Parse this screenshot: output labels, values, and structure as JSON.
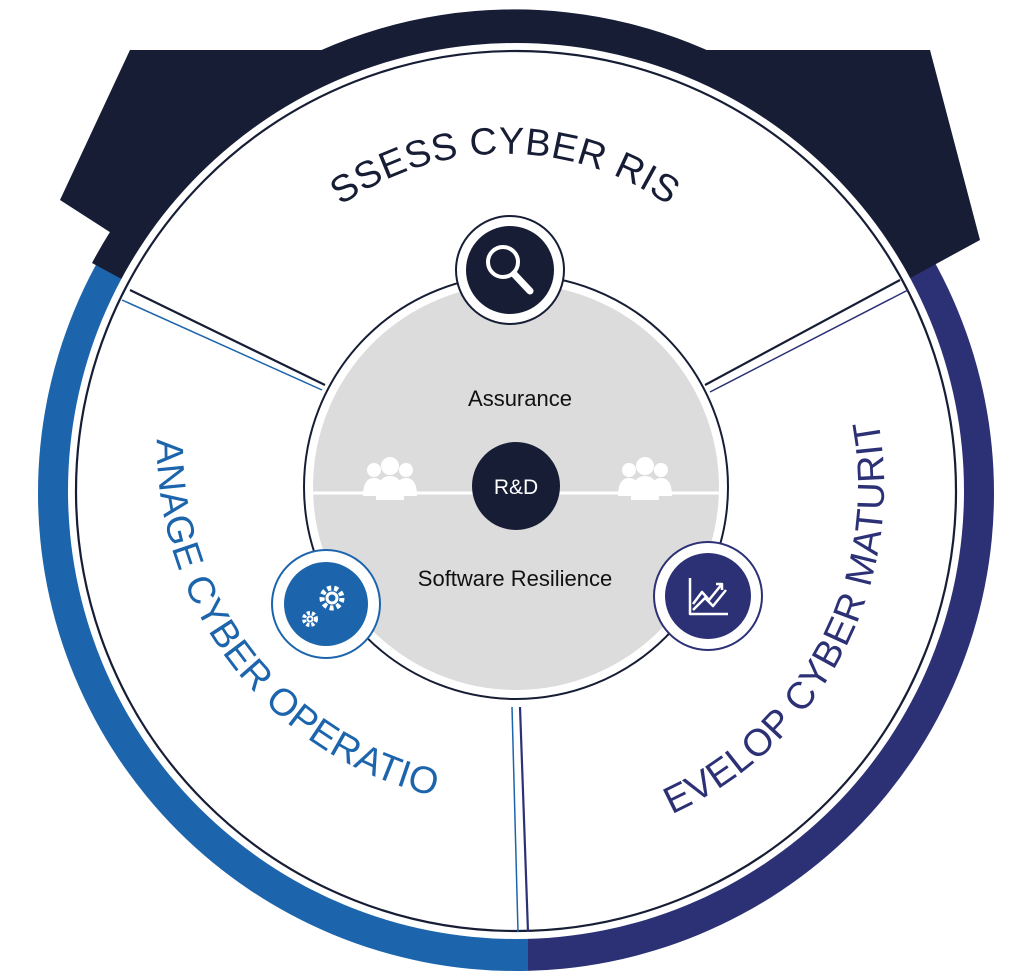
{
  "segments": {
    "top": {
      "label": "ASSESS CYBER RISK",
      "color": "#161d35",
      "icon": "magnifier-icon"
    },
    "left": {
      "label": "MANAGE CYBER OPERATION",
      "color": "#1c65ac",
      "icon": "gears-icon"
    },
    "right": {
      "label": "DEVELOP CYBER MATURITY",
      "color": "#2c3176",
      "icon": "growth-chart-icon"
    }
  },
  "center": {
    "upper_label": "Assurance",
    "hub_label": "R&D",
    "lower_label": "Software Resilience",
    "hub_color": "#161d35",
    "disc_color": "#dcdcdc",
    "people_icon": "people-group-icon"
  }
}
